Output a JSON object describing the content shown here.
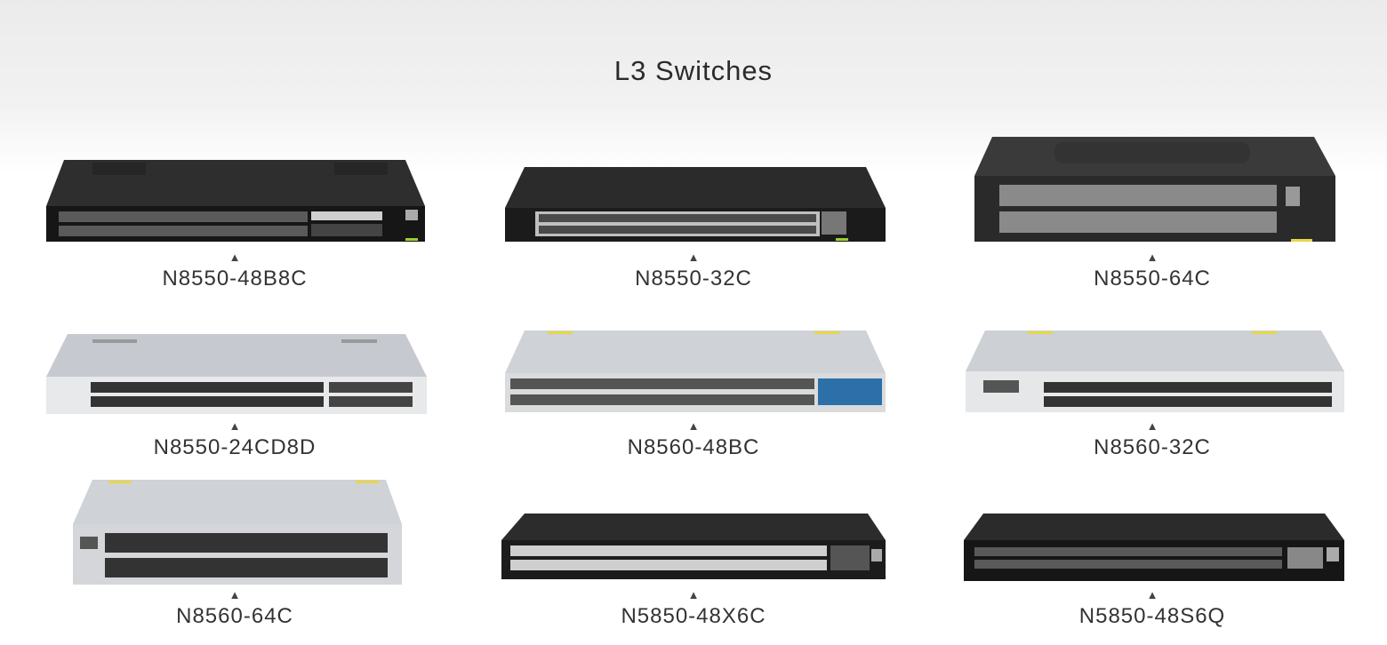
{
  "page": {
    "title": "L3 Switches",
    "marker": "▲"
  },
  "products": [
    {
      "name": "N8550-48B8C",
      "finish": "dark"
    },
    {
      "name": "N8550-32C",
      "finish": "dark"
    },
    {
      "name": "N8550-64C",
      "finish": "dark"
    },
    {
      "name": "N8550-24CD8D",
      "finish": "silver"
    },
    {
      "name": "N8560-48BC",
      "finish": "silver"
    },
    {
      "name": "N8560-32C",
      "finish": "silver"
    },
    {
      "name": "N8560-64C",
      "finish": "silver"
    },
    {
      "name": "N5850-48X6C",
      "finish": "dark"
    },
    {
      "name": "N5850-48S6Q",
      "finish": "dark"
    }
  ],
  "colors": {
    "dark_body": "#2a2a2a",
    "dark_face": "#1a1a1a",
    "silver_body": "#c9cdd2",
    "silver_face": "#e4e6e8",
    "accent_green": "#9bd12a",
    "accent_yellow": "#e8d64a"
  }
}
